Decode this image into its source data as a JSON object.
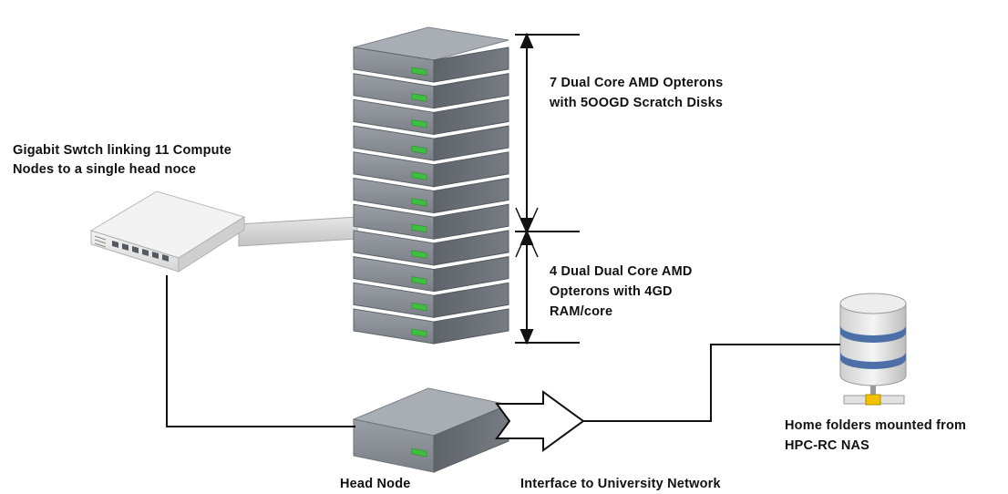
{
  "labels": {
    "switch_line1": "Gigabit Swtch linking 11 Compute",
    "switch_line2": "Nodes to a single head noce",
    "top_group_line1": "7 Dual Core AMD Opterons",
    "top_group_line2": "with 5OOGD Scratch Disks",
    "bottom_group_line1": "4 Dual Dual Core AMD",
    "bottom_group_line2": "Opterons with 4GD",
    "bottom_group_line3": "RAM/core",
    "head_node": "Head Node",
    "interface": "Interface to University Network",
    "nas_line1": "Home folders mounted from",
    "nas_line2": "HPC-RC NAS"
  },
  "rack": {
    "node_count": 11,
    "top_group_count": 7,
    "bottom_group_count": 4
  },
  "colors": {
    "server_front": "#8d9199",
    "server_top": "#a9adb4",
    "server_side": "#6b6f76",
    "led": "#3fbf3f",
    "line": "#111111",
    "nas_band": "#4d6fa8",
    "nas_connector": "#f2c200"
  }
}
